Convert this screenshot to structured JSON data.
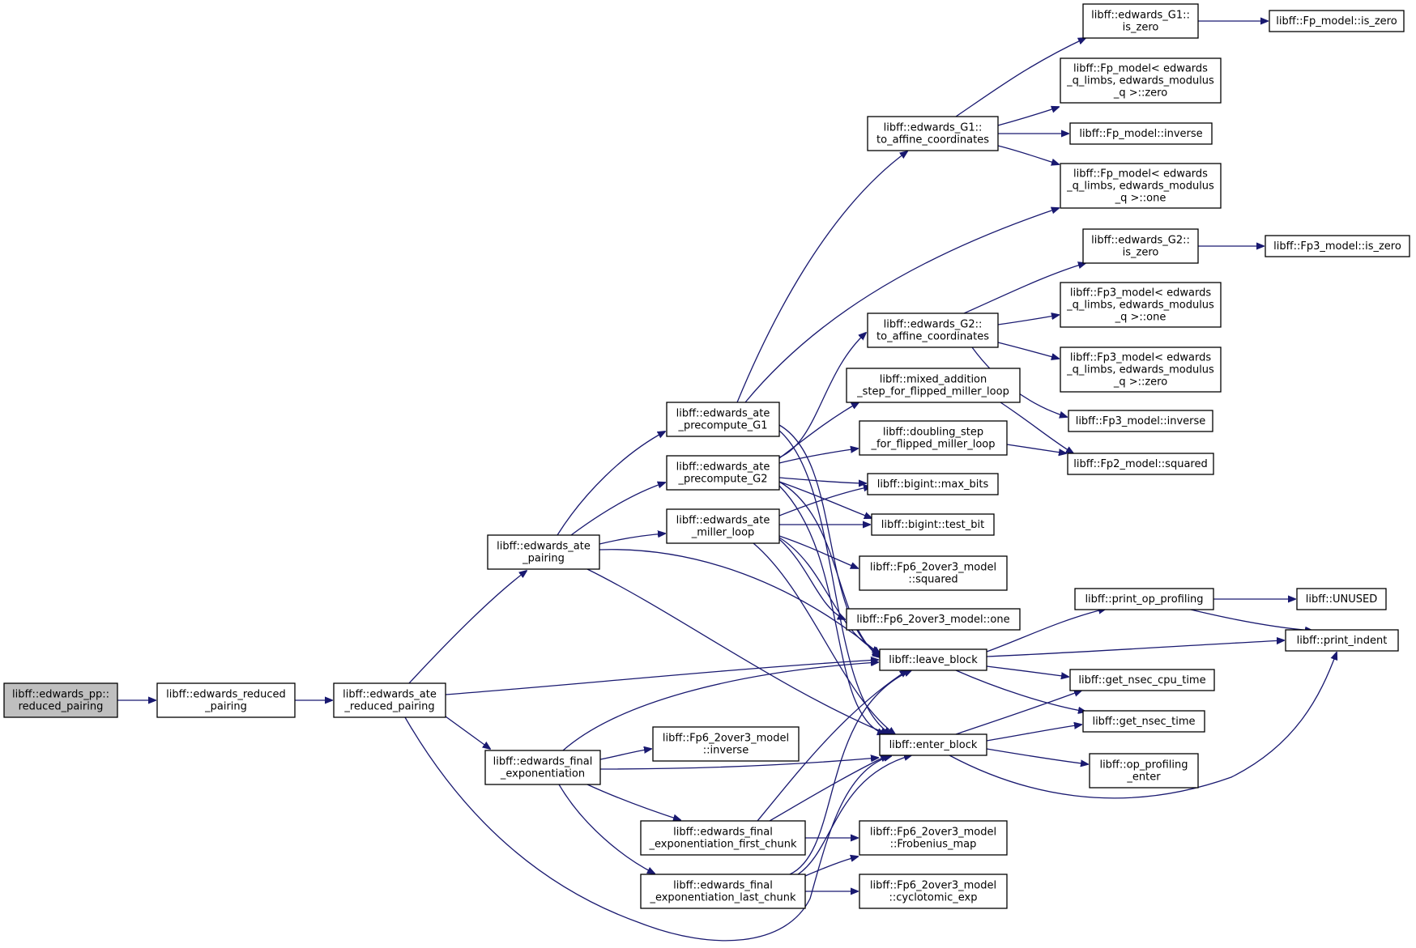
{
  "colors": {
    "edge": "#191970",
    "root_fill": "#bfbfbf",
    "node_fill": "#ffffff",
    "node_stroke": "#000000"
  },
  "nodes": [
    {
      "id": "root",
      "lines": [
        "libff::edwards_pp::",
        "reduced_pairing"
      ],
      "current": true
    },
    {
      "id": "erp",
      "lines": [
        "libff::edwards_reduced",
        "_pairing"
      ]
    },
    {
      "id": "earp",
      "lines": [
        "libff::edwards_ate",
        "_reduced_pairing"
      ]
    },
    {
      "id": "eap",
      "lines": [
        "libff::edwards_ate",
        "_pairing"
      ]
    },
    {
      "id": "efe",
      "lines": [
        "libff::edwards_final",
        "_exponentiation"
      ]
    },
    {
      "id": "eapg1",
      "lines": [
        "libff::edwards_ate",
        "_precompute_G1"
      ]
    },
    {
      "id": "eapg2",
      "lines": [
        "libff::edwards_ate",
        "_precompute_G2"
      ]
    },
    {
      "id": "eaml",
      "lines": [
        "libff::edwards_ate",
        "_miller_loop"
      ]
    },
    {
      "id": "fpinv6",
      "lines": [
        "libff::Fp6_2over3_model",
        "::inverse"
      ]
    },
    {
      "id": "efefc",
      "lines": [
        "libff::edwards_final",
        "_exponentiation_first_chunk"
      ]
    },
    {
      "id": "efelc",
      "lines": [
        "libff::edwards_final",
        "_exponentiation_last_chunk"
      ]
    },
    {
      "id": "g1aff",
      "lines": [
        "libff::edwards_G1::",
        "to_affine_coordinates"
      ]
    },
    {
      "id": "g2aff",
      "lines": [
        "libff::edwards_G2::",
        "to_affine_coordinates"
      ]
    },
    {
      "id": "madd",
      "lines": [
        "libff::mixed_addition",
        "_step_for_flipped_miller_loop"
      ]
    },
    {
      "id": "dbl",
      "lines": [
        "libff::doubling_step",
        "_for_flipped_miller_loop"
      ]
    },
    {
      "id": "maxbits",
      "lines": [
        "libff::bigint::max_bits"
      ]
    },
    {
      "id": "testbit",
      "lines": [
        "libff::bigint::test_bit"
      ]
    },
    {
      "id": "fp6sq",
      "lines": [
        "libff::Fp6_2over3_model",
        "::squared"
      ]
    },
    {
      "id": "fp6one",
      "lines": [
        "libff::Fp6_2over3_model::one"
      ]
    },
    {
      "id": "leave",
      "lines": [
        "libff::leave_block"
      ]
    },
    {
      "id": "enter",
      "lines": [
        "libff::enter_block"
      ]
    },
    {
      "id": "frob",
      "lines": [
        "libff::Fp6_2over3_model",
        "::Frobenius_map"
      ]
    },
    {
      "id": "cyclo",
      "lines": [
        "libff::Fp6_2over3_model",
        "::cyclotomic_exp"
      ]
    },
    {
      "id": "g1zero",
      "lines": [
        "libff::edwards_G1::",
        "is_zero"
      ]
    },
    {
      "id": "fpzero",
      "lines": [
        "libff::Fp_model< edwards",
        "_q_limbs, edwards_modulus",
        "_q >::zero"
      ]
    },
    {
      "id": "fpinverse",
      "lines": [
        "libff::Fp_model::inverse"
      ]
    },
    {
      "id": "fpone",
      "lines": [
        "libff::Fp_model< edwards",
        "_q_limbs, edwards_modulus",
        "_q >::one"
      ]
    },
    {
      "id": "g2zero",
      "lines": [
        "libff::edwards_G2::",
        "is_zero"
      ]
    },
    {
      "id": "fp3one",
      "lines": [
        "libff::Fp3_model< edwards",
        "_q_limbs, edwards_modulus",
        "_q >::one"
      ]
    },
    {
      "id": "fp3zero",
      "lines": [
        "libff::Fp3_model< edwards",
        "_q_limbs, edwards_modulus",
        "_q >::zero"
      ]
    },
    {
      "id": "fp3inv",
      "lines": [
        "libff::Fp3_model::inverse"
      ]
    },
    {
      "id": "fp2sq",
      "lines": [
        "libff::Fp2_model::squared"
      ]
    },
    {
      "id": "printop",
      "lines": [
        "libff::print_op_profiling"
      ]
    },
    {
      "id": "cputime",
      "lines": [
        "libff::get_nsec_cpu_time"
      ]
    },
    {
      "id": "nsectime",
      "lines": [
        "libff::get_nsec_time"
      ]
    },
    {
      "id": "openter",
      "lines": [
        "libff::op_profiling",
        "_enter"
      ]
    },
    {
      "id": "fpiszero",
      "lines": [
        "libff::Fp_model::is_zero"
      ]
    },
    {
      "id": "fp3iszero",
      "lines": [
        "libff::Fp3_model::is_zero"
      ]
    },
    {
      "id": "unused",
      "lines": [
        "libff::UNUSED"
      ]
    },
    {
      "id": "indent",
      "lines": [
        "libff::print_indent"
      ]
    }
  ],
  "edges": [
    [
      "root",
      "erp"
    ],
    [
      "erp",
      "earp"
    ],
    [
      "earp",
      "eap"
    ],
    [
      "earp",
      "leave"
    ],
    [
      "earp",
      "efe"
    ],
    [
      "earp",
      "enter"
    ],
    [
      "eap",
      "eapg1"
    ],
    [
      "eap",
      "eapg2"
    ],
    [
      "eap",
      "eaml"
    ],
    [
      "eap",
      "leave"
    ],
    [
      "eap",
      "enter"
    ],
    [
      "eapg1",
      "g1aff"
    ],
    [
      "eapg1",
      "fpone"
    ],
    [
      "eapg1",
      "leave"
    ],
    [
      "eapg1",
      "enter"
    ],
    [
      "eapg2",
      "g2aff"
    ],
    [
      "eapg2",
      "madd"
    ],
    [
      "eapg2",
      "dbl"
    ],
    [
      "eapg2",
      "maxbits"
    ],
    [
      "eapg2",
      "testbit"
    ],
    [
      "eapg2",
      "leave"
    ],
    [
      "eapg2",
      "enter"
    ],
    [
      "eaml",
      "maxbits"
    ],
    [
      "eaml",
      "testbit"
    ],
    [
      "eaml",
      "fp6sq"
    ],
    [
      "eaml",
      "fp6one"
    ],
    [
      "eaml",
      "leave"
    ],
    [
      "eaml",
      "enter"
    ],
    [
      "efe",
      "leave"
    ],
    [
      "efe",
      "fpinv6"
    ],
    [
      "efe",
      "enter"
    ],
    [
      "efe",
      "efefc"
    ],
    [
      "efe",
      "efelc"
    ],
    [
      "efefc",
      "leave"
    ],
    [
      "efefc",
      "enter"
    ],
    [
      "efefc",
      "frob"
    ],
    [
      "efelc",
      "leave"
    ],
    [
      "efelc",
      "enter"
    ],
    [
      "efelc",
      "frob"
    ],
    [
      "efelc",
      "cyclo"
    ],
    [
      "g1aff",
      "g1zero"
    ],
    [
      "g1aff",
      "fpzero"
    ],
    [
      "g1aff",
      "fpinverse"
    ],
    [
      "g1aff",
      "fpone"
    ],
    [
      "g1zero",
      "fpiszero"
    ],
    [
      "g2aff",
      "g2zero"
    ],
    [
      "g2aff",
      "fp3one"
    ],
    [
      "g2aff",
      "fp3zero"
    ],
    [
      "g2aff",
      "fp3inv"
    ],
    [
      "g2zero",
      "fp3iszero"
    ],
    [
      "madd",
      "fp2sq"
    ],
    [
      "dbl",
      "fp2sq"
    ],
    [
      "leave",
      "printop"
    ],
    [
      "leave",
      "indent"
    ],
    [
      "leave",
      "cputime"
    ],
    [
      "leave",
      "nsectime"
    ],
    [
      "enter",
      "cputime"
    ],
    [
      "enter",
      "nsectime"
    ],
    [
      "enter",
      "openter"
    ],
    [
      "enter",
      "indent"
    ],
    [
      "printop",
      "unused"
    ],
    [
      "printop",
      "indent"
    ]
  ]
}
